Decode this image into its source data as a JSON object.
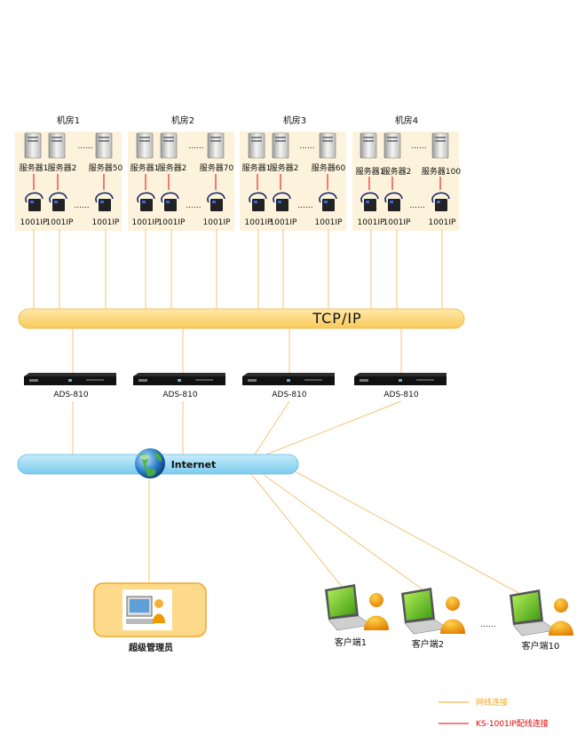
{
  "rooms": [
    {
      "title": "机房1",
      "servers": [
        "服务器1",
        "服务器2",
        "服务器50"
      ],
      "ip_devices": [
        "1001IP",
        "1001IP",
        "1001IP"
      ]
    },
    {
      "title": "机房2",
      "servers": [
        "服务器1",
        "服务器2",
        "服务器70"
      ],
      "ip_devices": [
        "1001IP",
        "1001IP",
        "1001IP"
      ]
    },
    {
      "title": "机房3",
      "servers": [
        "服务器1",
        "服务器2",
        "服务器60"
      ],
      "ip_devices": [
        "1001IP",
        "1001IP",
        "1001IP"
      ]
    },
    {
      "title": "机房4",
      "servers": [
        "服务器1",
        "服务器2",
        "服务器100"
      ],
      "ip_devices": [
        "1001IP",
        "1001IP",
        "1001IP"
      ]
    }
  ],
  "dots": "......",
  "tcp_bus_label": "TCP/IP",
  "ads_devices": [
    "ADS-810",
    "ADS-810",
    "ADS-810",
    "ADS-810"
  ],
  "internet_label": "Internet",
  "admin_label": "超级管理员",
  "clients": [
    "客户端1",
    "客户端2",
    "客户端10"
  ],
  "legend": {
    "net_label": "网线连接",
    "net_color": "#f5a623",
    "ks_label": "KS-1001IP配线连接",
    "ks_color": "#e60000"
  },
  "colors": {
    "room_bg": "#fdf3dc",
    "bus_fill": "#fcd97a",
    "internet_fill": "#9fdcf5",
    "line": "#f3c57a"
  }
}
